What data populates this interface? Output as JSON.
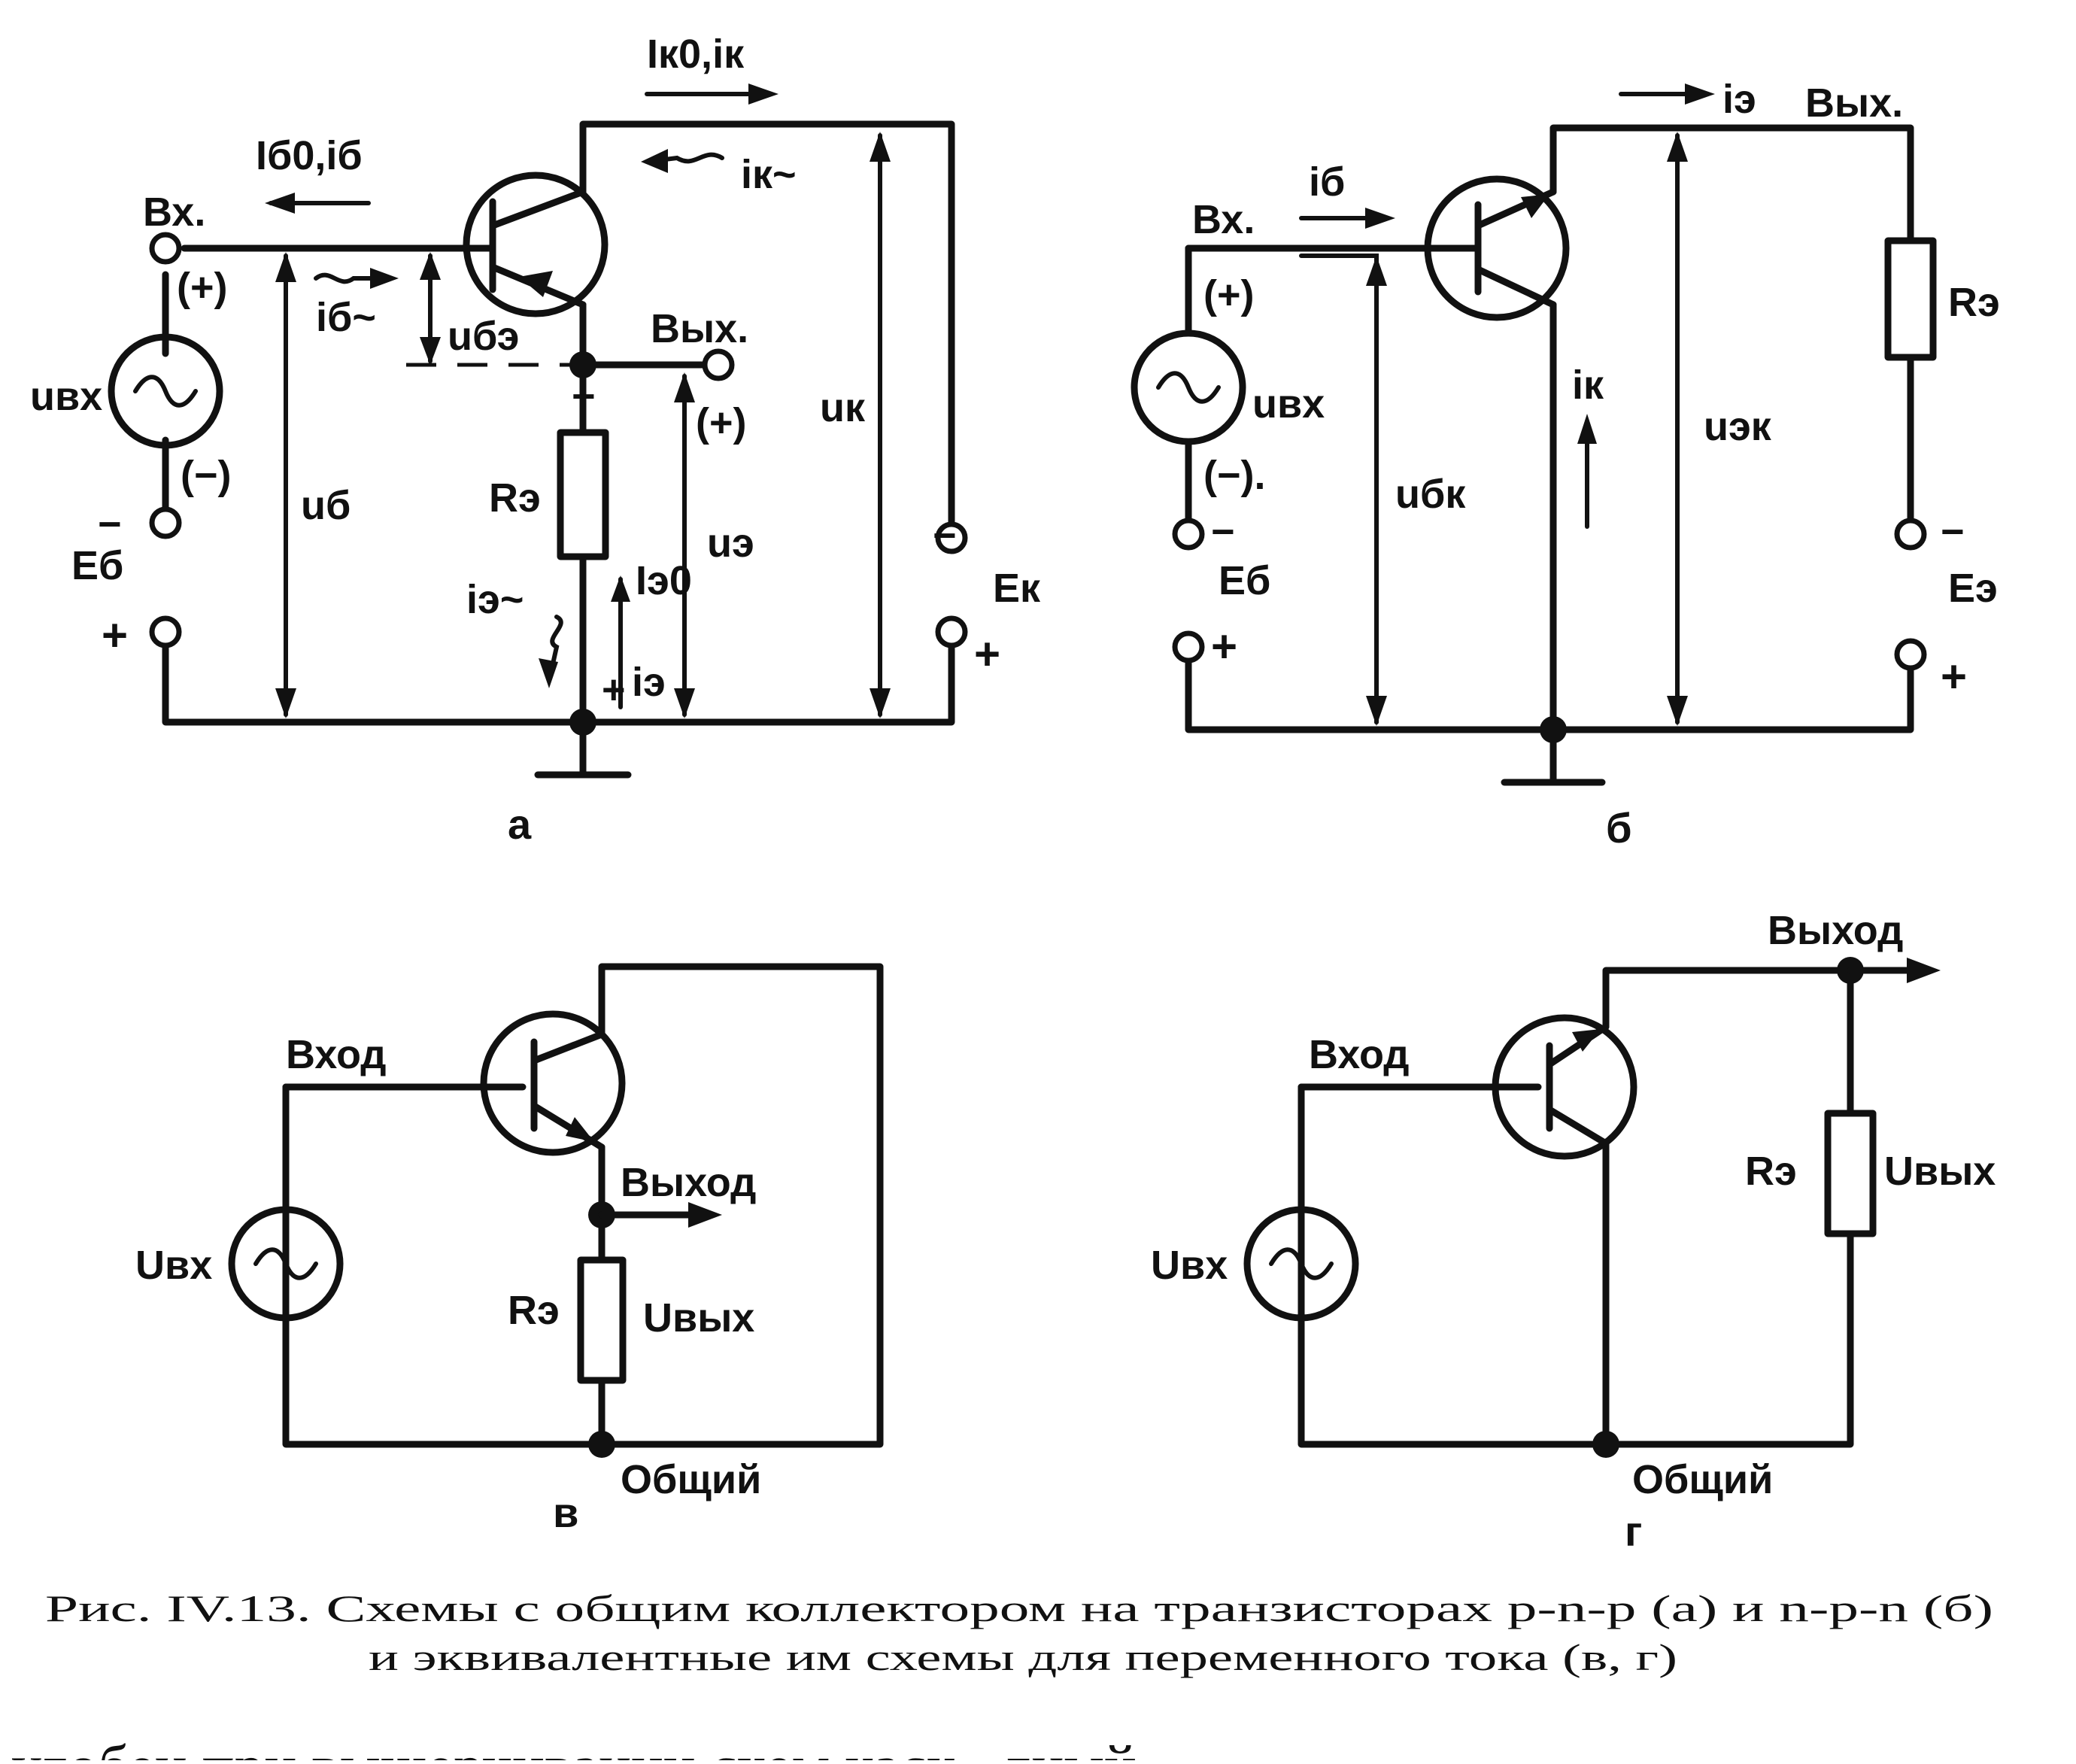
{
  "panel_a": {
    "label": "а",
    "input": "Вх.",
    "output": "Вых.",
    "plus_paren": "(+)",
    "minus_paren": "(−)",
    "minus": "−",
    "plus": "+",
    "i_b0_ib": "Iб0,iб",
    "i_k0_ik": "Iк0,iк",
    "i_k_ac": "iк~",
    "i_b_ac": "iб~",
    "u_be": "uбэ",
    "u_in": "uвх",
    "u_b": "uб",
    "R": "Rэ",
    "u_e": "uэ",
    "u_k": "uк",
    "I_e0": "Iэ0",
    "i_e_ac": "iэ~",
    "i_e": "iэ",
    "E_b": "Eб",
    "E_k": "Eк"
  },
  "panel_b": {
    "label": "б",
    "input": "Вх.",
    "output": "Вых.",
    "plus_paren": "(+)",
    "minus_paren": "(−).",
    "minus": "−",
    "plus": "+",
    "i_b": "iб",
    "i_e": "iэ",
    "u_in": "uвх",
    "u_bk": "uбк",
    "i_k": "iк",
    "u_ek": "uэк",
    "R": "Rэ",
    "E_b": "Eб",
    "E_e": "Eэ"
  },
  "panel_v": {
    "label": "в",
    "input": "Вход",
    "output": "Выход",
    "common": "Общий",
    "U_in": "Uвх",
    "R": "Rэ",
    "U_out": "Uвых"
  },
  "panel_g": {
    "label": "г",
    "input": "Вход",
    "output": "Выход",
    "common": "Общий",
    "U_in": "Uвх",
    "R": "Rэ",
    "U_out": "Uвых"
  },
  "caption": {
    "line1": "Рис. IV.13. Схемы с общим коллектором на транзисторах p-n-p (а) и n-p-n (б)",
    "line2": "и эквивалентные им схемы для переменного тока (в, г)"
  },
  "bottom_text": "удобен при выщерчивании схем каск...дный"
}
